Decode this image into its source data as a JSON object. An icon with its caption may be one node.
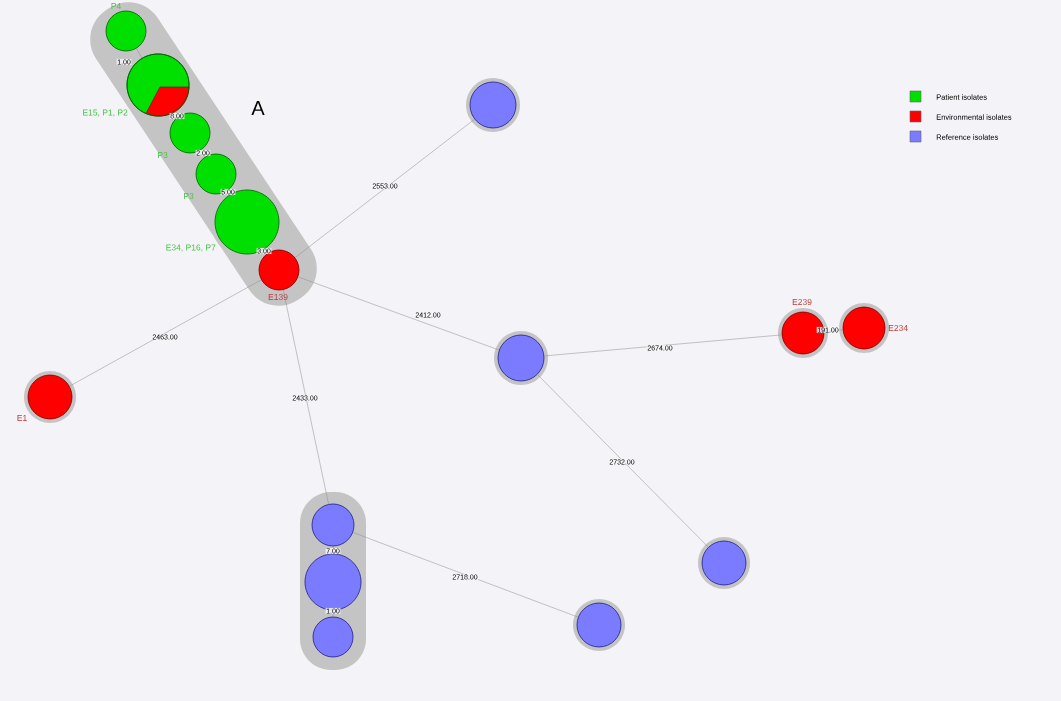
{
  "diagram": {
    "nodes": [
      {
        "text": [],
        "shape": "circle",
        "beside": [
          "P4"
        ]
      },
      {
        "text": [],
        "shape": "circle",
        "beside": [
          "E15, P1, P2"
        ]
      },
      {
        "text": [],
        "shape": "circle",
        "beside": [
          "P3"
        ]
      },
      {
        "text": [],
        "shape": "circle",
        "beside": [
          "P3"
        ]
      },
      {
        "text": [],
        "shape": "circle",
        "beside": [
          "E34, P16, P7"
        ]
      },
      {
        "text": [],
        "shape": "circle",
        "beside": [
          "E139"
        ]
      },
      {
        "text": [],
        "shape": "circle"
      },
      {
        "text": [],
        "shape": "circle",
        "beside": [
          "E1"
        ]
      },
      {
        "text": [],
        "shape": "circle"
      },
      {
        "text": [],
        "shape": "circle",
        "beside": [
          "E239"
        ]
      },
      {
        "text": [],
        "shape": "circle",
        "beside": [
          "E234"
        ]
      },
      {
        "text": [],
        "shape": "circle"
      },
      {
        "text": [],
        "shape": "circle"
      },
      {
        "text": [],
        "shape": "circle"
      },
      {
        "text": [],
        "shape": "circle"
      },
      {
        "text": [],
        "shape": "circle"
      }
    ],
    "edges": [
      {
        "from": 0,
        "to": 1,
        "arrow": "none",
        "label": "1.00"
      },
      {
        "from": 1,
        "to": 2,
        "arrow": "none",
        "label": "8.00"
      },
      {
        "from": 2,
        "to": 3,
        "arrow": "none",
        "label": "2.00"
      },
      {
        "from": 3,
        "to": 4,
        "arrow": "none",
        "label": "5.00"
      },
      {
        "from": 4,
        "to": 5,
        "arrow": "none",
        "label": "3.00"
      },
      {
        "from": 5,
        "to": 6,
        "arrow": "none",
        "label": "2553.00"
      },
      {
        "from": 5,
        "to": 7,
        "arrow": "none",
        "label": "2463.00"
      },
      {
        "from": 5,
        "to": 8,
        "arrow": "none",
        "label": "2412.00"
      },
      {
        "from": 5,
        "to": 11,
        "arrow": "none",
        "label": "2433.00"
      },
      {
        "from": 8,
        "to": 9,
        "arrow": "none",
        "label": "2674.00"
      },
      {
        "from": 9,
        "to": 10,
        "arrow": "none",
        "label": "191.00"
      },
      {
        "from": 8,
        "to": 14,
        "arrow": "none",
        "label": "2732.00"
      },
      {
        "from": 11,
        "to": 12,
        "arrow": "none",
        "label": "7.00"
      },
      {
        "from": 12,
        "to": 13,
        "arrow": "none",
        "label": "1.00"
      },
      {
        "from": 11,
        "to": 15,
        "arrow": "none",
        "label": "2718.00"
      }
    ],
    "labels": [
      "A"
    ],
    "legend": [
      {
        "text": "Patient isolates",
        "color": "#00e000"
      },
      {
        "text": "Environmental isolates",
        "color": "#ff0000"
      },
      {
        "text": "Reference isolates",
        "color": "#7b7bff"
      }
    ]
  }
}
